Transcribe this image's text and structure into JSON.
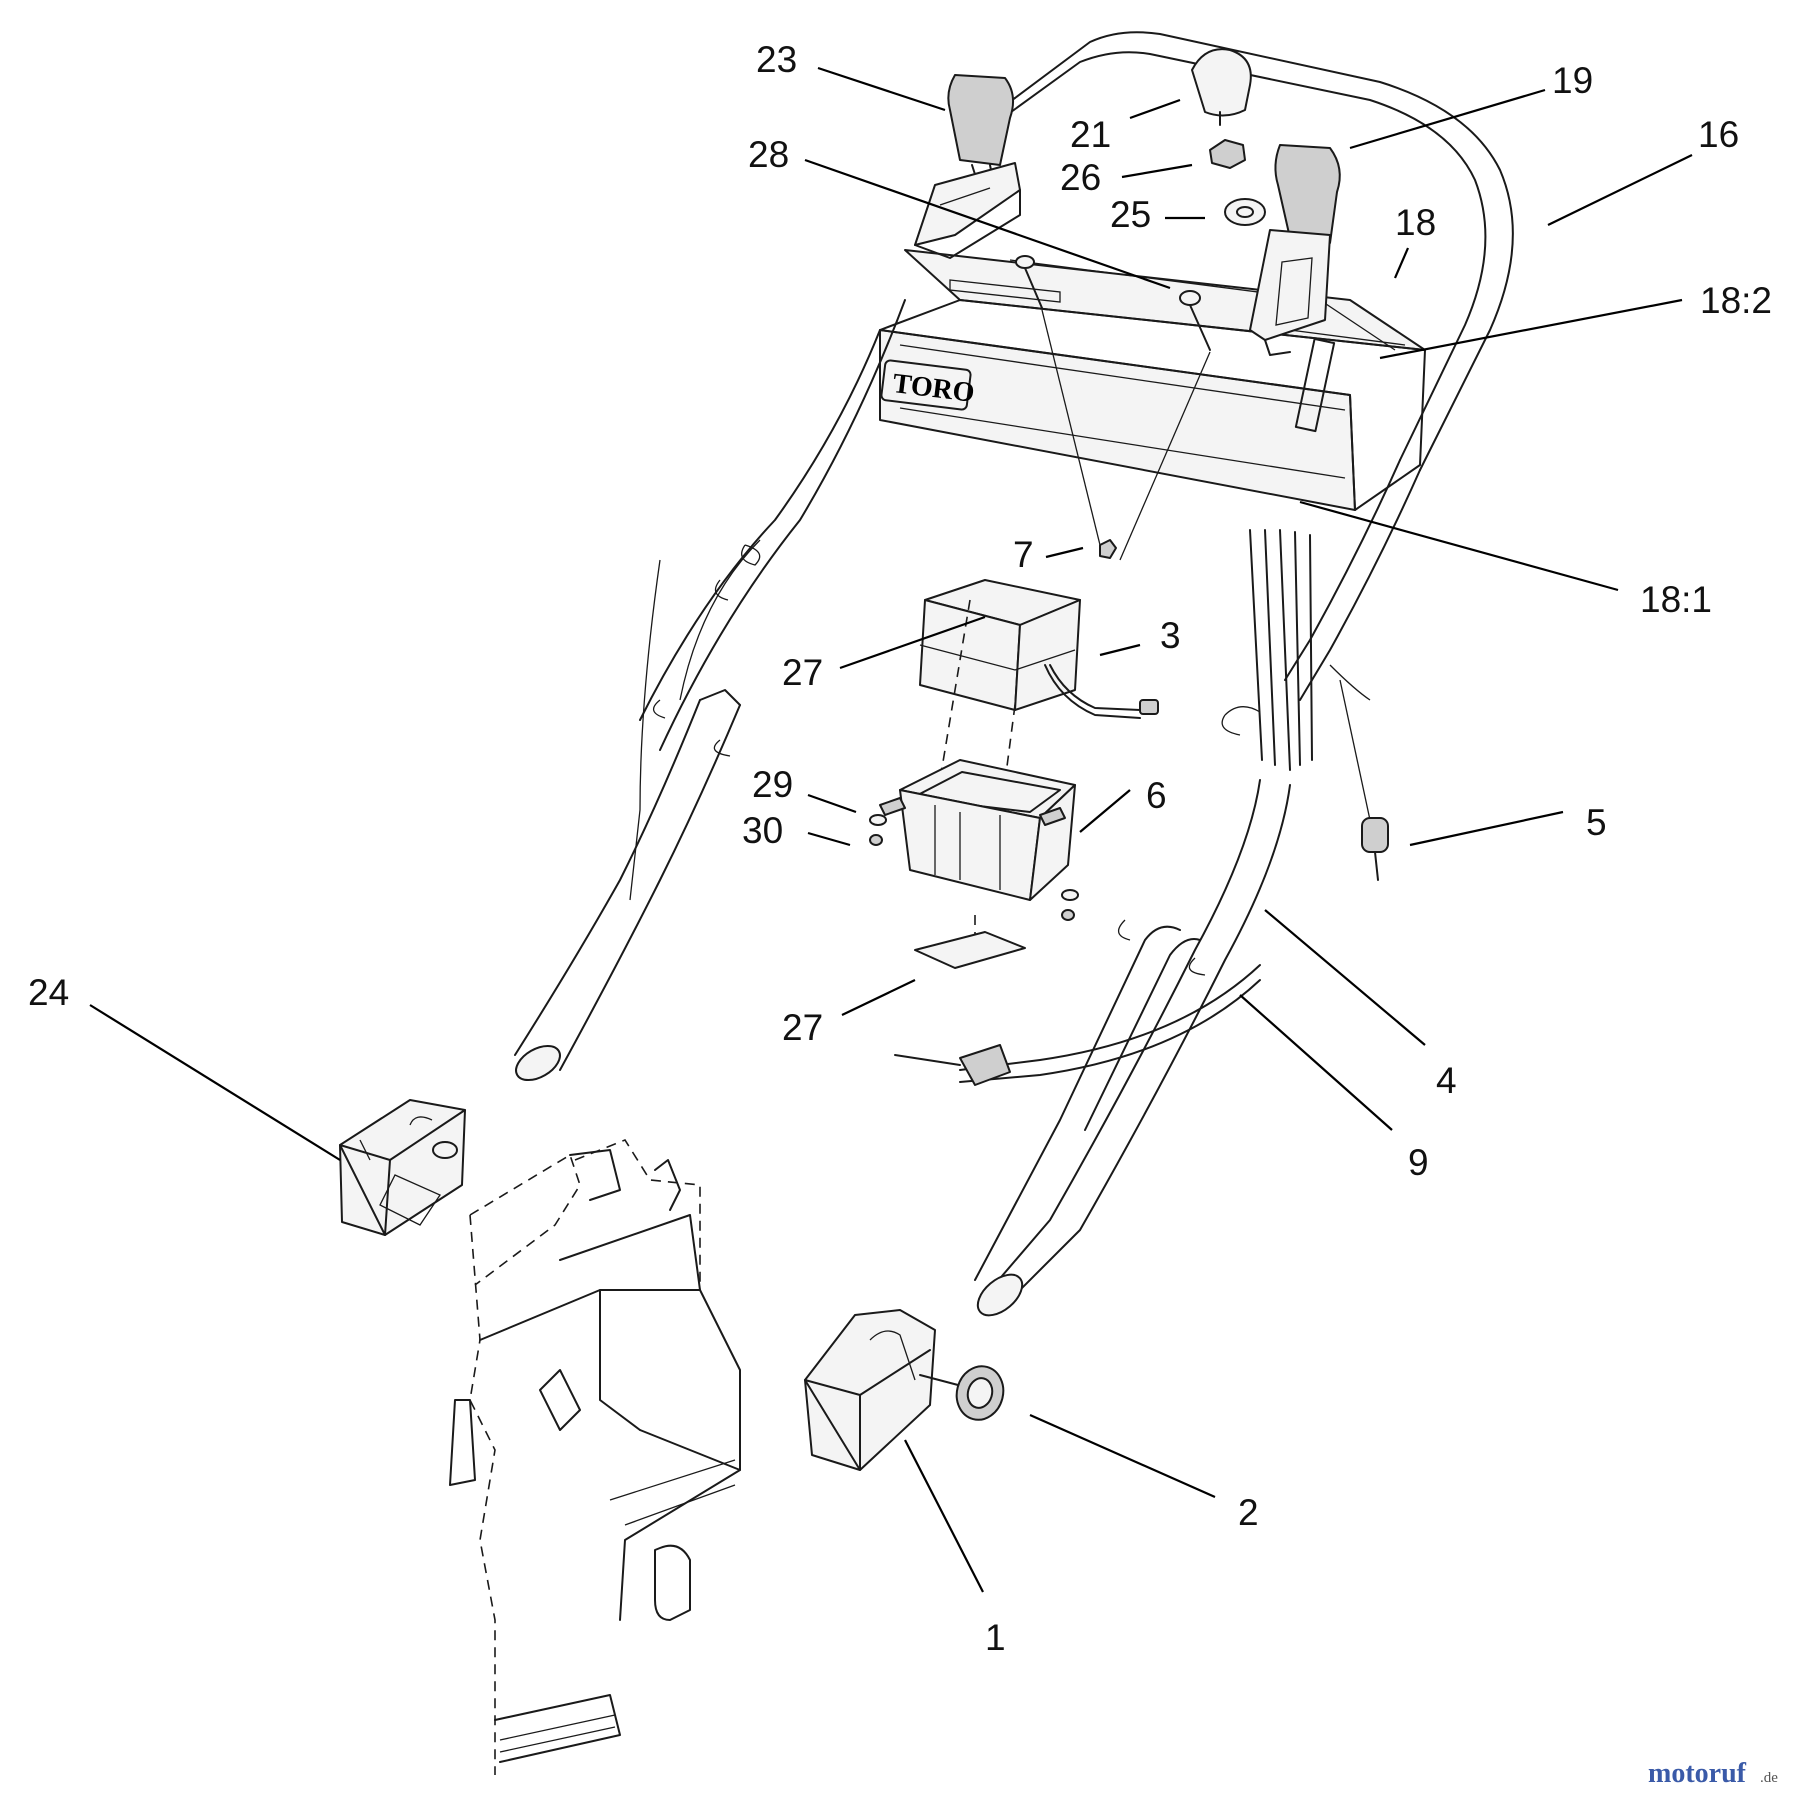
{
  "callouts": [
    {
      "id": "c23",
      "label": "23"
    },
    {
      "id": "c21",
      "label": "21"
    },
    {
      "id": "c19",
      "label": "19"
    },
    {
      "id": "c16",
      "label": "16"
    },
    {
      "id": "c28",
      "label": "28"
    },
    {
      "id": "c26",
      "label": "26"
    },
    {
      "id": "c25",
      "label": "25"
    },
    {
      "id": "c18",
      "label": "18"
    },
    {
      "id": "c18_2",
      "label": "18:2"
    },
    {
      "id": "c18_1",
      "label": "18:1"
    },
    {
      "id": "c7",
      "label": "7"
    },
    {
      "id": "c3",
      "label": "3"
    },
    {
      "id": "c27a",
      "label": "27"
    },
    {
      "id": "c29",
      "label": "29"
    },
    {
      "id": "c6",
      "label": "6"
    },
    {
      "id": "c30",
      "label": "30"
    },
    {
      "id": "c5",
      "label": "5"
    },
    {
      "id": "c24",
      "label": "24"
    },
    {
      "id": "c4",
      "label": "4"
    },
    {
      "id": "c27b",
      "label": "27"
    },
    {
      "id": "c9",
      "label": "9"
    },
    {
      "id": "c2",
      "label": "2"
    },
    {
      "id": "c1",
      "label": "1"
    }
  ],
  "panel_logo": "TORO",
  "watermark": {
    "main": "motoruf",
    "suffix": ".de"
  }
}
